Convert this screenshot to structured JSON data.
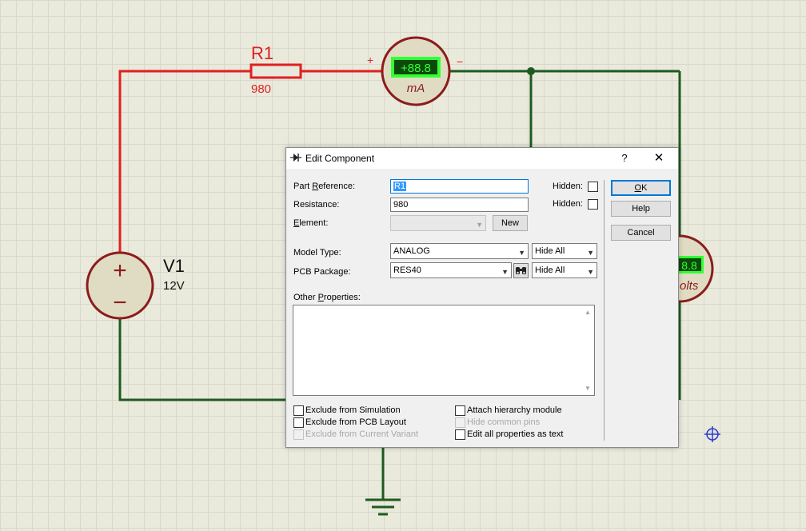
{
  "schematic": {
    "r1_name": "R1",
    "r1_value": "980",
    "ammeter_display": "+88.8",
    "ammeter_unit": "mA",
    "ammeter_plus": "+",
    "ammeter_minus": "−",
    "voltmeter_display": "8.8",
    "voltmeter_unit": "olts",
    "v1_name": "V1",
    "v1_value": "12V",
    "battery_plus": "+",
    "battery_minus": "−",
    "colors": {
      "wire_active": "#e02020",
      "wire_ground": "#1f5a1f",
      "instrument_fill": "#e0dcc4",
      "instrument_border": "#8c1c1c",
      "lcd_bg": "#0b4a0b",
      "lcd_text": "#33ff33"
    }
  },
  "dialog": {
    "title": "Edit Component",
    "help_glyph": "?",
    "close_glyph": "✕",
    "part_reference": {
      "label_pre": "Part ",
      "label_u": "R",
      "label_post": "eference:",
      "value": "R1"
    },
    "resistance": {
      "label": "Resistance:",
      "value": "980"
    },
    "element": {
      "label_u": "E",
      "label_post": "lement:",
      "value": "",
      "new_button": "New"
    },
    "hidden_label_1": "Hidden:",
    "hidden_label_2": "Hidden:",
    "model_type": {
      "label": "Model Type:",
      "value": "ANALOG",
      "hide_value": "Hide All"
    },
    "pcb_package": {
      "label": "PCB Package:",
      "value": "RES40",
      "hide_value": "Hide All"
    },
    "other_properties": {
      "label_pre": "Other ",
      "label_u": "P",
      "label_post": "roperties:"
    },
    "buttons": {
      "ok_u": "O",
      "ok_post": "K",
      "help": "Help",
      "cancel": "Cancel"
    },
    "checkboxes": {
      "exclude_sim": "Exclude from Simulation",
      "exclude_pcb": "Exclude from PCB Layout",
      "exclude_variant": "Exclude from Current Variant",
      "attach_hierarchy": "Attach hierarchy module",
      "hide_common_pins": "Hide common pins",
      "edit_as_text": "Edit all properties as text"
    },
    "arrow_glyph": "▼",
    "scroll_up_glyph": "▲",
    "scroll_down_glyph": "▼"
  }
}
